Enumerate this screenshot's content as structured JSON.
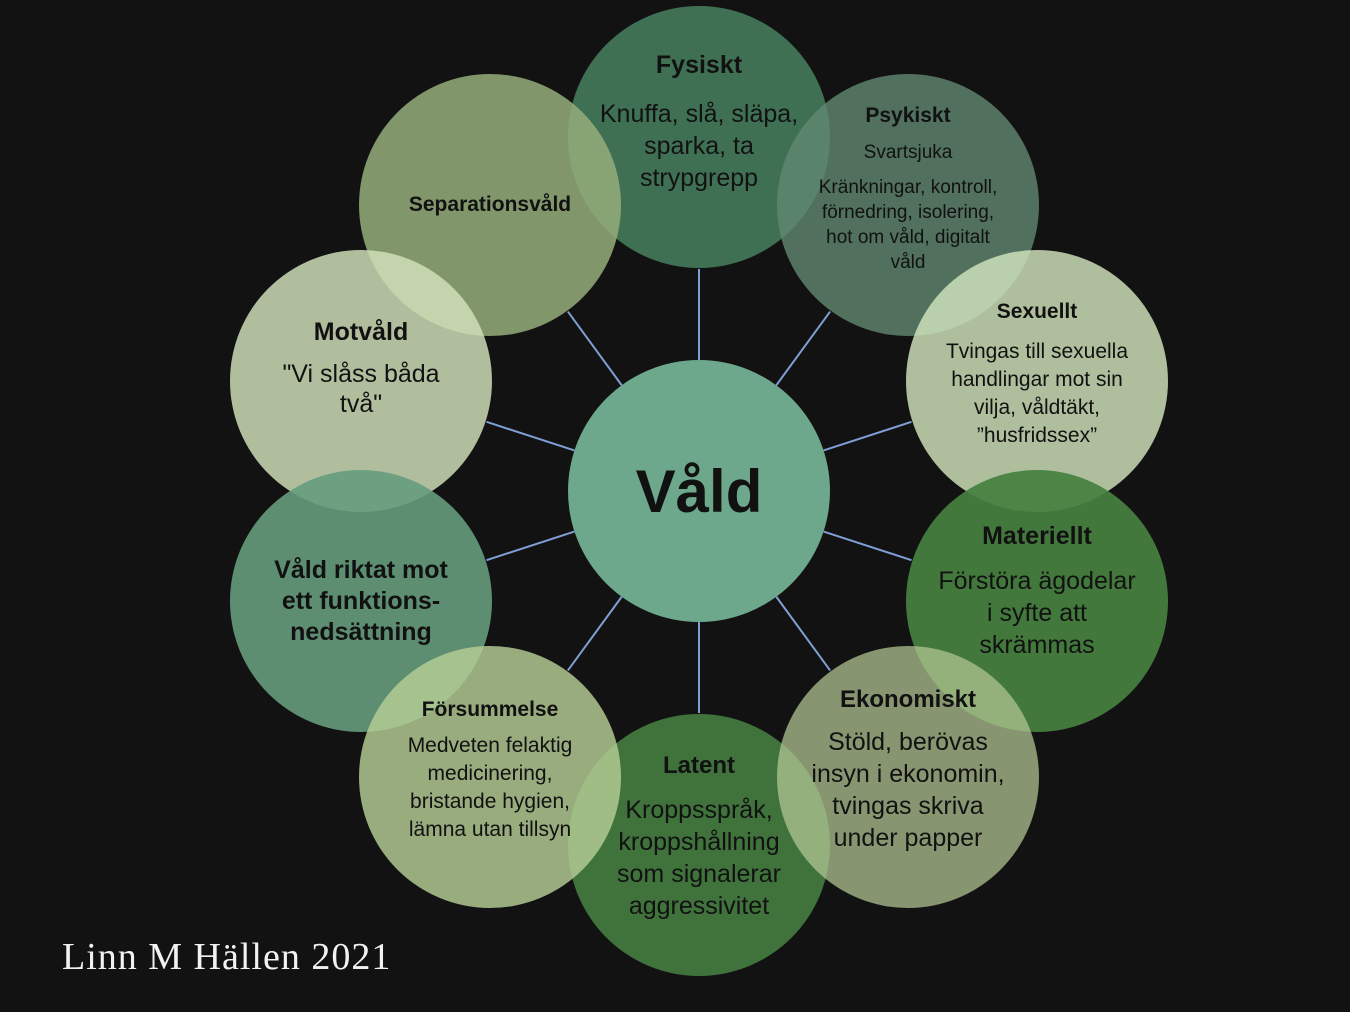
{
  "center": {
    "title": "Våld"
  },
  "nodes": {
    "fysiskt": {
      "title": "Fysiskt",
      "body": "Knuffa, slå, släpa, sparka, ta strypgrepp"
    },
    "psykiskt": {
      "title": "Psykiskt",
      "subtitle": "Svartsjuka",
      "body": "Kränkningar, kontroll, förnedring, isolering, hot om våld, digitalt våld"
    },
    "sexuellt": {
      "title": "Sexuellt",
      "body": "Tvingas till sexuella handlingar mot sin vilja, våldtäkt, ”husfridssex”"
    },
    "materiellt": {
      "title": "Materiellt",
      "body": "Förstöra ägodelar i syfte att skrämmas"
    },
    "ekonomiskt": {
      "title": "Ekonomiskt",
      "body": "Stöld, berövas insyn i ekonomin, tvingas skriva under papper"
    },
    "latent": {
      "title": "Latent",
      "body": "Kroppsspråk, kroppshållning som signalerar aggressivitet"
    },
    "forsummelse": {
      "title": "Försummelse",
      "body": "Medveten felaktig medicinering, bristande hygien, lämna utan tillsyn"
    },
    "funktion": {
      "title": "Våld riktat mot ett funktions-nedsättning"
    },
    "motvald": {
      "title": "Motvåld",
      "body": "\"Vi slåss båda två\""
    },
    "separation": {
      "title": "Separationsvåld"
    }
  },
  "credit": "Linn M Hällen 2021",
  "colors": {
    "background": "#121212",
    "spoke": "#7f9fd6",
    "center": "#6ea88c"
  }
}
